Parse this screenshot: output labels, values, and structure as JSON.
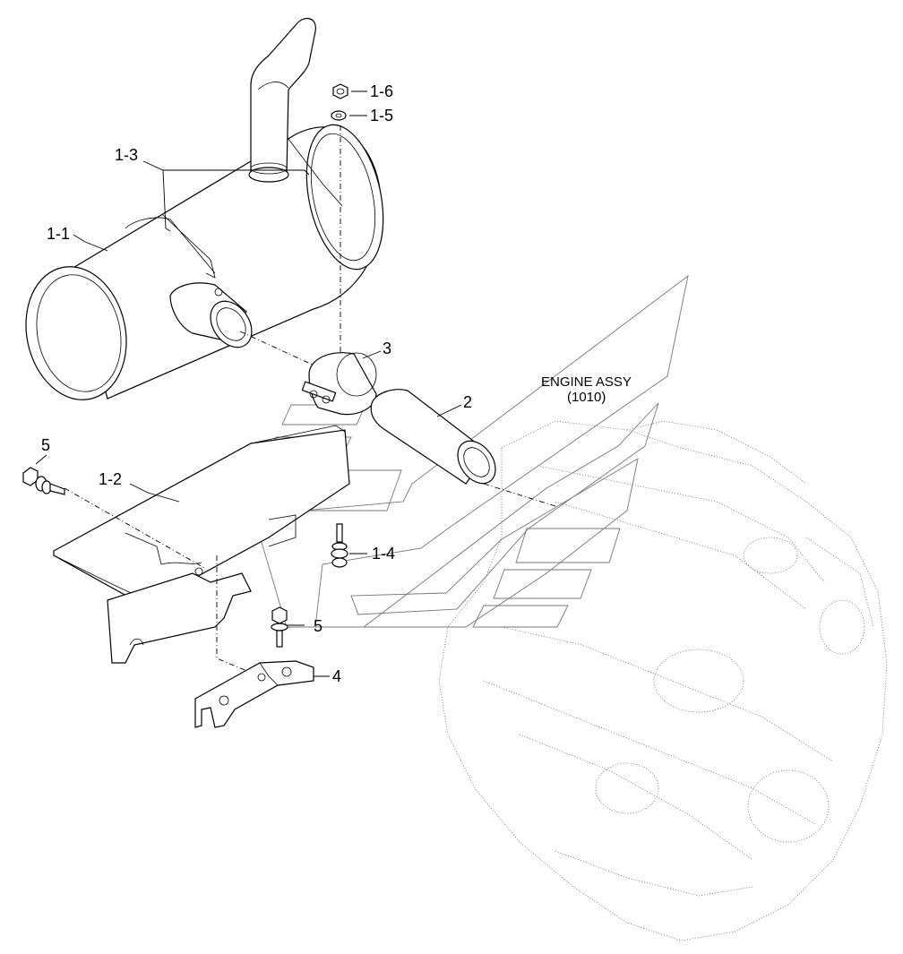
{
  "labels": {
    "p1_1": "1-1",
    "p1_2": "1-2",
    "p1_3": "1-3",
    "p1_4": "1-4",
    "p1_5": "1-5",
    "p1_6": "1-6",
    "p2": "2",
    "p3": "3",
    "p4": "4",
    "p5a": "5",
    "p5b": "5"
  },
  "engine": {
    "title": "ENGINE ASSY",
    "code": "(1010)"
  },
  "colors": {
    "line": "#000000",
    "background": "#ffffff",
    "engine_ghost": "#777777"
  }
}
